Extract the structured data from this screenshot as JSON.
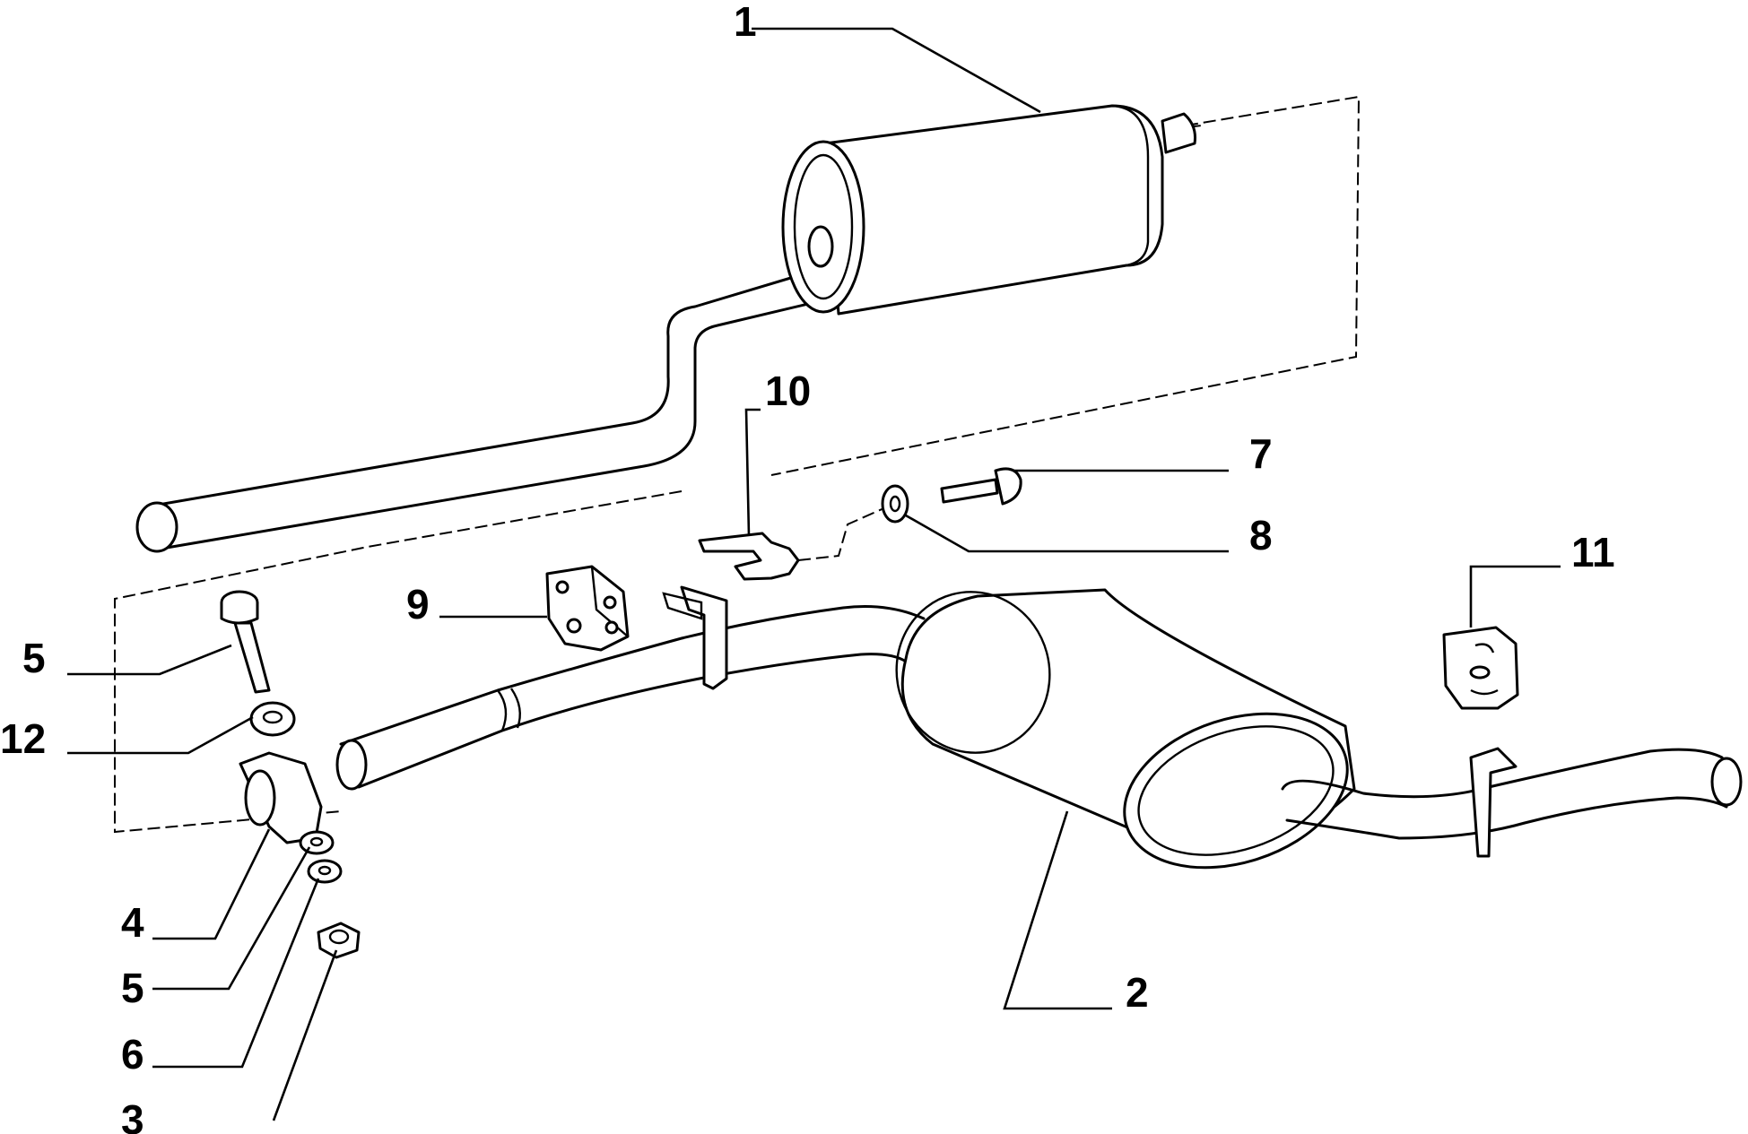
{
  "callouts": {
    "n1": "1",
    "n2": "2",
    "n3": "3",
    "n4": "4",
    "n5_top": "5",
    "n5_bottom": "5",
    "n6": "6",
    "n7": "7",
    "n8": "8",
    "n9": "9",
    "n10": "10",
    "n11": "11",
    "n12": "12"
  }
}
